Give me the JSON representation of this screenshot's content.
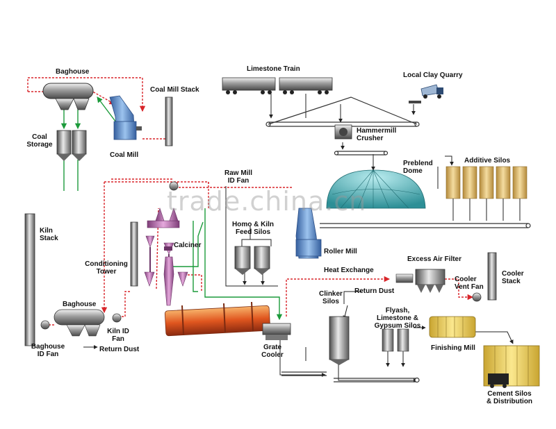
{
  "labels": {
    "baghouse_top": "Baghouse",
    "coal_mill_stack": "Coal Mill Stack",
    "coal_storage": "Coal\nStorage",
    "coal_mill": "Coal Mill",
    "limestone_train": "Limestone Train",
    "local_clay_quarry": "Local Clay Quarry",
    "hammermill_crusher": "Hammermill\nCrusher",
    "prebend_dome": "Preblend\nDome",
    "additive_silos": "Additive Silos",
    "raw_mill_id_fan": "Raw Mill\nID Fan",
    "kiln_stack": "Kiln\nStack",
    "homo_kiln_feed_silos": "Homo & Kiln\nFeed Silos",
    "roller_mill": "Roller Mill",
    "conditioning_tower": "Conditioning\nTower",
    "calciner": "Calciner",
    "heat_exchange": "Heat Exchange",
    "excess_air_filter": "Excess Air Filter",
    "cooler_vent_fan": "Cooler\nVent Fan",
    "cooler_stack": "Cooler\nStack",
    "clinker_silos": "Clinker\nSilos",
    "return_dust_right": "Return Dust",
    "flyash_gypsum_silos": "Flyash,\nLimestone &\nGypsum Silos",
    "baghouse_bottom": "Baghouse",
    "kiln_id_fan": "Kiln ID\nFan",
    "return_dust_left": "Return Dust",
    "baghouse_id_fan": "Baghouse\nID Fan",
    "grate_cooler": "Grate\nCooler",
    "finishing_mill": "Finishing Mill",
    "cement_silos": "Cement Silos\n& Distribution"
  },
  "watermark": "trade.china.cn",
  "colors": {
    "dust_line": "#d8252a",
    "air_line": "#1b9a3a",
    "belt": "#333333",
    "kiln": "#e0561f",
    "dome": "#4fb3b8",
    "additive": "#e8c77a",
    "mill_blue": "#6f9fd8",
    "calciner": "#c77ab8"
  }
}
